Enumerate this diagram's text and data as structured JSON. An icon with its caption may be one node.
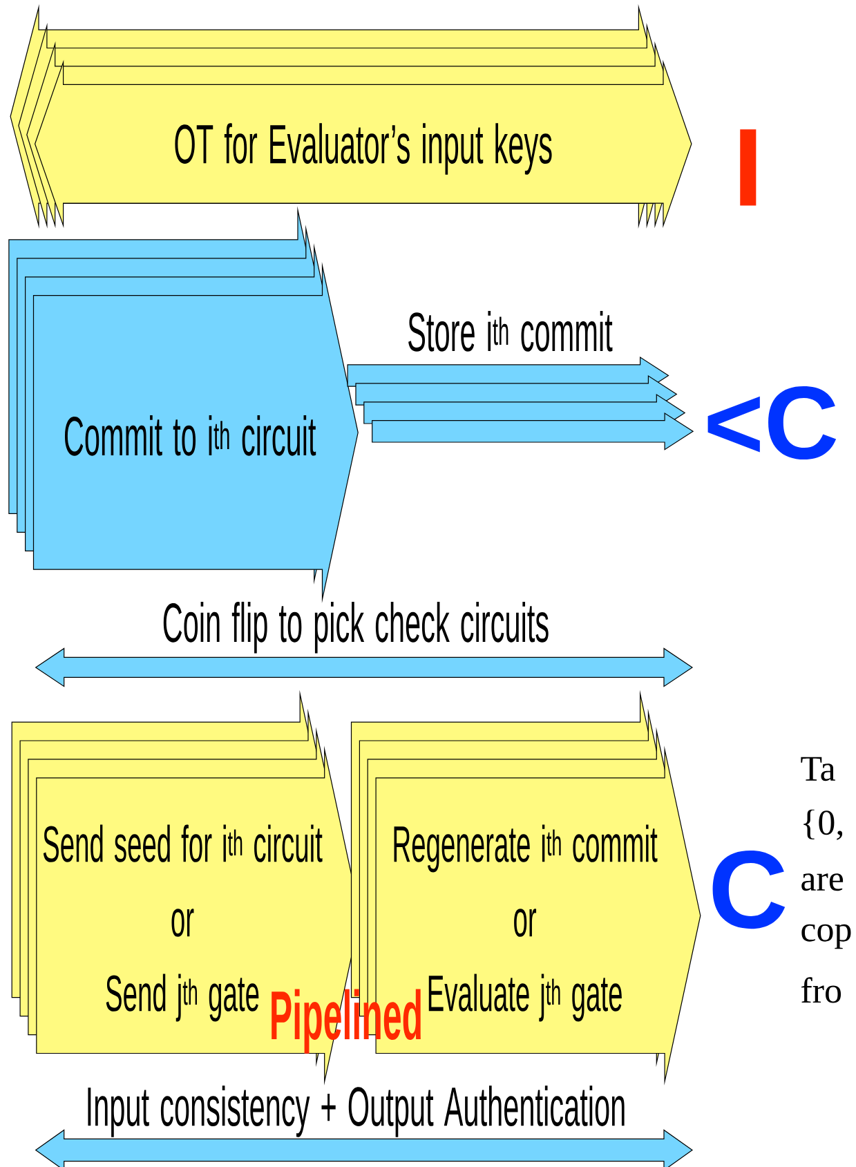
{
  "diagram": {
    "nodes": [
      {
        "text": [
          "OT for Evaluator’s input keys"
        ]
      },
      {
        "text": [
          "Commit to i$^{th}$ circuit"
        ]
      },
      {
        "text": [
          "Store i$^{th}$ commit"
        ]
      },
      {
        "text": [
          "Coin flip to pick check circuits"
        ]
      },
      {
        "text": [
          "Send seed for i$^{th}$ circuit",
          "or",
          "Send j$^{th}$ gate"
        ]
      },
      {
        "text": [
          "Regenerate i$^{th}$ commit",
          "or",
          "Evaluate j$^{th}$ gate"
        ]
      },
      {
        "text": [
          "Input consistency + Output Authentication"
        ]
      }
    ],
    "labels": [
      "I",
      "<C",
      "Ta",
      "C",
      "{0,",
      "are",
      "cop",
      "fro",
      "Pipelined"
    ]
  }
}
